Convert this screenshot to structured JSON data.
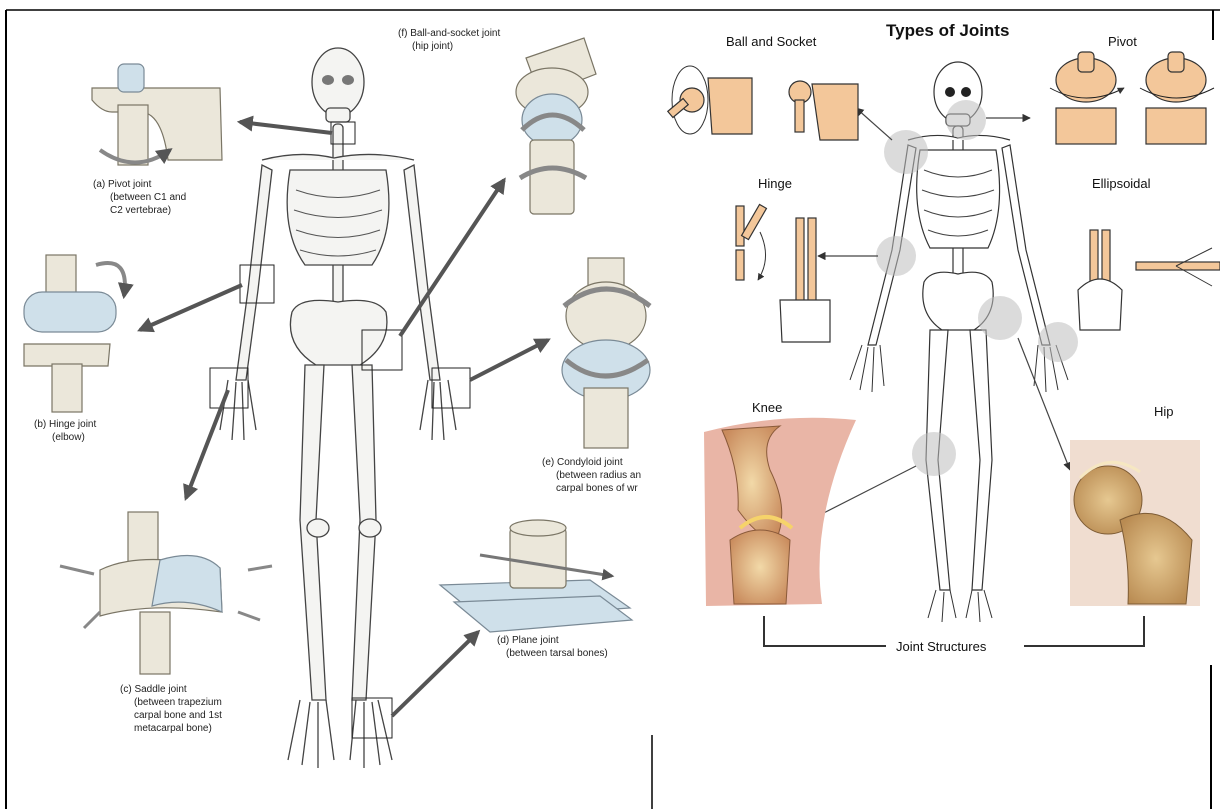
{
  "left_panel": {
    "labels": {
      "pivot": [
        "(a) Pivot joint",
        "(between C1 and",
        "C2 vertebrae)"
      ],
      "hinge": [
        "(b) Hinge joint",
        "(elbow)"
      ],
      "saddle": [
        "(c) Saddle joint",
        "(between trapezium",
        "carpal bone and 1st",
        "metacarpal bone)"
      ],
      "plane": [
        "(d) Plane joint",
        "(between tarsal bones)"
      ],
      "condyloid": [
        "(e) Condyloid joint",
        "(between radius an",
        "carpal bones of wr"
      ],
      "ball": [
        "(f) Ball-and-socket joint",
        "(hip joint)"
      ]
    }
  },
  "right_panel": {
    "title": "Types of Joints",
    "labels": {
      "ball_socket": "Ball and Socket",
      "pivot": "Pivot",
      "hinge": "Hinge",
      "ellipsoidal": "Ellipsoidal",
      "knee": "Knee",
      "hip": "Hip",
      "joint_structures": "Joint Structures"
    }
  },
  "colors": {
    "joint_beige": "#ebe7da",
    "joint_blue": "#cfe0ea",
    "model_orange": "#f3c79a",
    "arrow_gray": "#555555"
  }
}
